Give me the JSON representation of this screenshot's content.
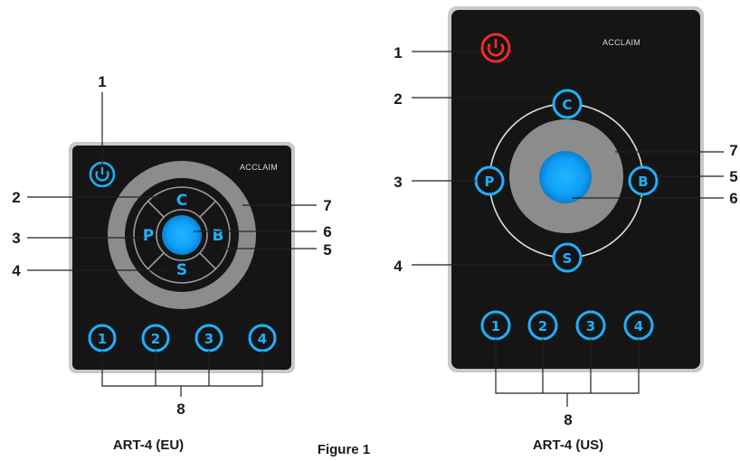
{
  "figure": {
    "caption": "Figure 1"
  },
  "panels": {
    "eu": {
      "model_label": "ART-4 (EU)",
      "brand": "ACCLAIM",
      "keys": {
        "color": "C",
        "program": "P",
        "brightness": "B",
        "speed": "S"
      },
      "zones": [
        "1",
        "2",
        "3",
        "4"
      ],
      "callouts": {
        "c1": "1",
        "c2": "2",
        "c3": "3",
        "c4": "4",
        "c5": "5",
        "c6": "6",
        "c7": "7",
        "c8": "8"
      }
    },
    "us": {
      "model_label": "ART-4 (US)",
      "brand": "ACCLAIM",
      "keys": {
        "color": "C",
        "program": "P",
        "brightness": "B",
        "speed": "S"
      },
      "zones": [
        "1",
        "2",
        "3",
        "4"
      ],
      "callouts": {
        "c1": "1",
        "c2": "2",
        "c3": "3",
        "c4": "4",
        "c5": "5",
        "c6": "6",
        "c7": "7",
        "c8": "8"
      }
    }
  },
  "colors": {
    "panel_body": "#151515",
    "panel_frame": "#c9c9c9",
    "key_blue": "#1fb0ff",
    "center_blue": "#12a8ff",
    "ring_gray": "#8c8c8c",
    "power_red": "#ff2a2a"
  }
}
